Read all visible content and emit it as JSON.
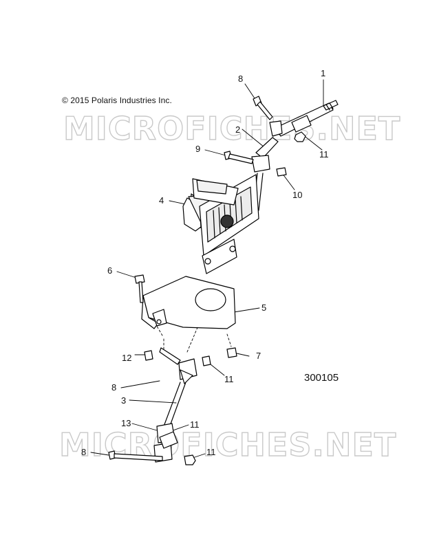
{
  "copyright": "© 2015 Polaris Industries Inc.",
  "figure_number": "300105",
  "watermark_text": "MICROFICHES.NET",
  "callouts": [
    "1",
    "8",
    "2",
    "11",
    "9",
    "10",
    "4",
    "6",
    "5",
    "12",
    "7",
    "11",
    "8",
    "3",
    "13",
    "11",
    "8",
    "11"
  ]
}
